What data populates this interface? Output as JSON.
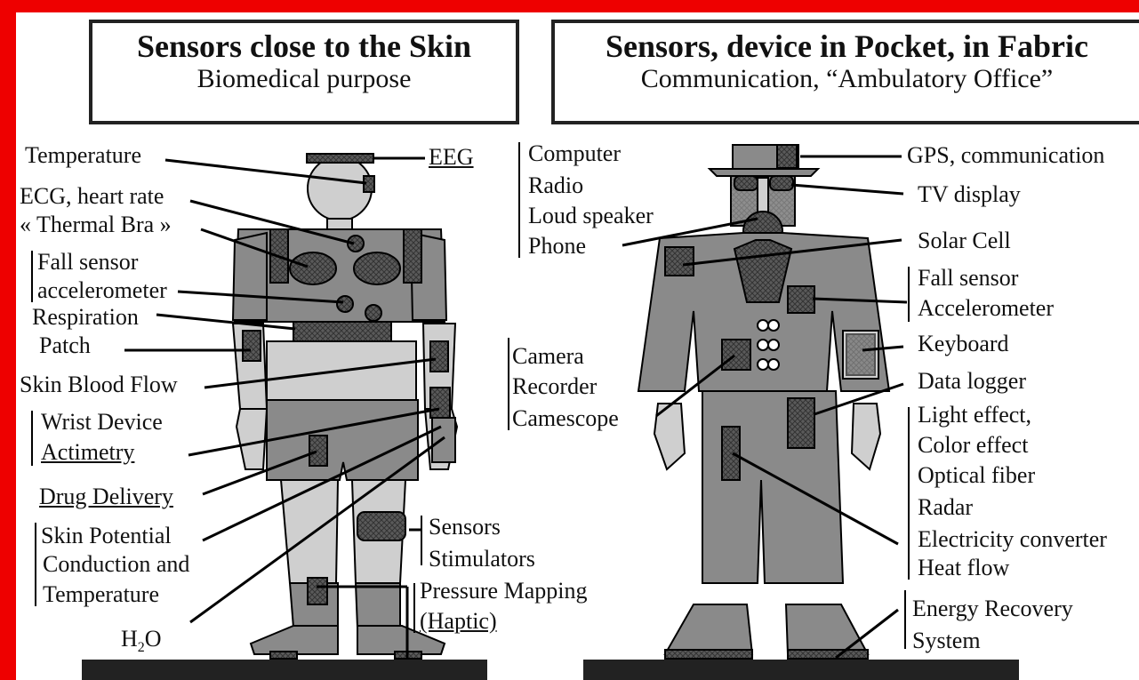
{
  "left_panel": {
    "title": "Sensors close to the Skin",
    "subtitle": "Biomedical purpose",
    "labels": {
      "temperature": "Temperature",
      "eeg": "EEG",
      "ecg": "ECG, heart rate",
      "thermal_bra": "« Thermal Bra »",
      "fall_sensor": "Fall sensor",
      "accelerometer": "accelerometer",
      "respiration": "Respiration",
      "patch": "Patch",
      "skin_blood_flow": "Skin Blood Flow",
      "wrist_device": "Wrist Device",
      "actimetry": "Actimetry",
      "drug_delivery": "Drug Delivery",
      "skin_potential": "Skin Potential",
      "conduction": "Conduction and",
      "temperature2": "Temperature",
      "h2o_main": "H",
      "h2o_sub": "2",
      "h2o_end": "O",
      "sensors": "Sensors",
      "stimulators": "Stimulators",
      "pressure_mapping": "Pressure Mapping",
      "haptic": "(Haptic)"
    }
  },
  "right_panel": {
    "title": "Sensors, device in Pocket, in Fabric",
    "subtitle": "Communication, “Ambulatory Office”",
    "labels": {
      "computer": "Computer",
      "radio": "Radio",
      "loud_speaker": "Loud speaker",
      "phone": "Phone",
      "gps": "GPS, communication",
      "tv_display": "TV display",
      "solar_cell": "Solar Cell",
      "fall_sensor": "Fall sensor",
      "accelerometer": "Accelerometer",
      "keyboard": "Keyboard",
      "camera": "Camera",
      "recorder": "Recorder",
      "camescope": "Camescope",
      "data_logger": "Data logger",
      "light_effect": "Light effect,",
      "color_effect": "Color effect",
      "optical_fiber": "Optical fiber",
      "radar": "Radar",
      "electricity_converter": "Electricity converter",
      "heat_flow": "Heat flow",
      "energy_recovery": "Energy Recovery",
      "system": "System"
    }
  },
  "colors": {
    "frame": "#ee0000",
    "body_dark": "#8a8a8a",
    "body_light": "#cfcfcf",
    "sensor": "#555555",
    "ground": "#222222"
  }
}
